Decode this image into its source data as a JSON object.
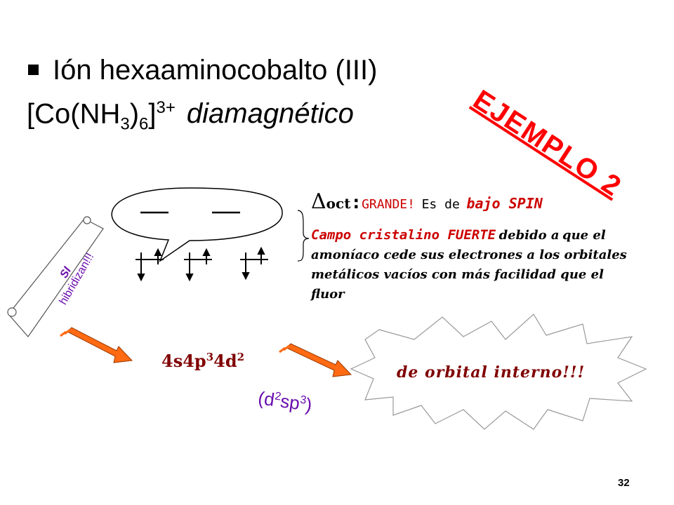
{
  "slide": {
    "title": "Ión hexaaminocobalto (III)",
    "formula": {
      "base": "[Co(NH",
      "sub1": "3",
      "mid": ")",
      "sub2": "6",
      "close": "]",
      "charge": "3+",
      "magnetism": "diamagnético"
    },
    "example_label": "EJEMPLO 2",
    "scroll": {
      "si": "SI",
      "text": "hibridizan!!!"
    },
    "delta": {
      "symbol": "Δ",
      "subscript": "oct",
      "colon": ":",
      "grande": "GRANDE!",
      "es_de": "Es de",
      "bajo_spin": "bajo SPIN"
    },
    "explanation": {
      "campo": "Campo cristalino FUERTE",
      "debido": "debido a",
      "rest": "que el amoníaco cede sus electrones a los orbitales metálicos vacíos con más facilidad que el fluor"
    },
    "configuration": {
      "s": "4s",
      "p": "4p",
      "p_exp": "3",
      "d": "4d",
      "d_exp": "2"
    },
    "hybridization": {
      "open": "(d",
      "d_exp": "2",
      "sp": "sp",
      "sp_exp": "3",
      "close": ")"
    },
    "burst_text": "de orbital interno!!!",
    "page_number": "32",
    "colors": {
      "accent_red": "#ff0000",
      "dark_red": "#800000",
      "purple": "#6a0dad",
      "arrow_orange": "#ff6a13"
    }
  }
}
